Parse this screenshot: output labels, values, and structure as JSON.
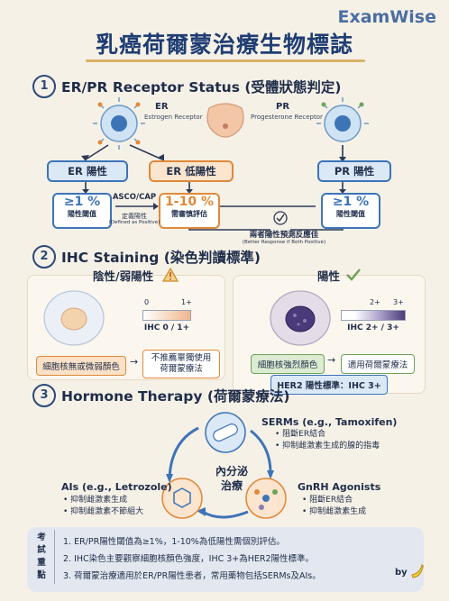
{
  "brand": "ExamWise",
  "title": "乳癌荷爾蒙治療生物標誌",
  "section1": {
    "num": "1",
    "title": "ER/PR Receptor Status (受體狀態判定)",
    "er": {
      "abbr": "ER",
      "name": "Estrogen Receptor"
    },
    "pr": {
      "abbr": "PR",
      "name": "Progesterone Receptor"
    },
    "er_pos": "ER 陽性",
    "er_low": "ER 低陽性",
    "pr_pos": "PR 陽性",
    "er_pct": "≥1 %",
    "er_pct_sub": "陽性閾值",
    "low_pct": "1-10 %",
    "low_pct_sub": "需審慎評估",
    "pr_pct": "≥1 %",
    "pr_pct_sub": "陽性閾值",
    "asco": "ASCO/CAP",
    "asco_sub": "定義陽性",
    "asco_sub_en": "(Defined as Positive)",
    "better": "兩者陽性預測反應佳",
    "better_en": "(Better Response if Both Positive)"
  },
  "section2": {
    "num": "2",
    "title": "IHC Staining (染色判讀標準)",
    "weak_title": "陰性/弱陽性",
    "pos_title": "陽性",
    "weak_scale": [
      "0",
      "1+"
    ],
    "weak_label": "IHC 0 / 1+",
    "pos_scale": [
      "2+",
      "3+"
    ],
    "pos_label": "IHC 2+ / 3+",
    "weak_desc": "細胞核無或微弱顏色",
    "weak_result_1": "不推薦單獨使用",
    "weak_result_2": "荷爾蒙療法",
    "pos_desc": "細胞核強烈顏色",
    "pos_result": "適用荷爾蒙療法",
    "her2": "HER2 陽性標準：IHC 3+"
  },
  "section3": {
    "num": "3",
    "title": "Hormone Therapy (荷爾蒙療法)",
    "serms": "SERMs (e.g., Tamoxifen)",
    "serms_b": [
      "阻斷ER結合",
      "抑制雌激素生成的腺的指毒"
    ],
    "center_1": "內分泌",
    "center_2": "治療",
    "ais": "AIs (e.g., Letrozole)",
    "ais_b": [
      "抑制雌激素生成",
      "抑制雌激素不節組大"
    ],
    "gnrh": "GnRH Agonists",
    "gnrh_b": [
      "阻斷ER結合",
      "抑制雌激素生成"
    ]
  },
  "keypoints": {
    "label": [
      "考",
      "試",
      "重",
      "點"
    ],
    "items": [
      "1. ER/PR陽性閾值為≥1%，1-10%為低陽性需個別評估。",
      "2. IHC染色主要觀察細胞核顏色強度，IHC 3+為HER2陽性標準。",
      "3. 荷爾蒙治療適用於ER/PR陽性患者，常用藥物包括SERMs及AIs。"
    ],
    "by": "by"
  },
  "colors": {
    "blue": "#3d74b8",
    "orange": "#e0893a",
    "green": "#6fa35a"
  }
}
